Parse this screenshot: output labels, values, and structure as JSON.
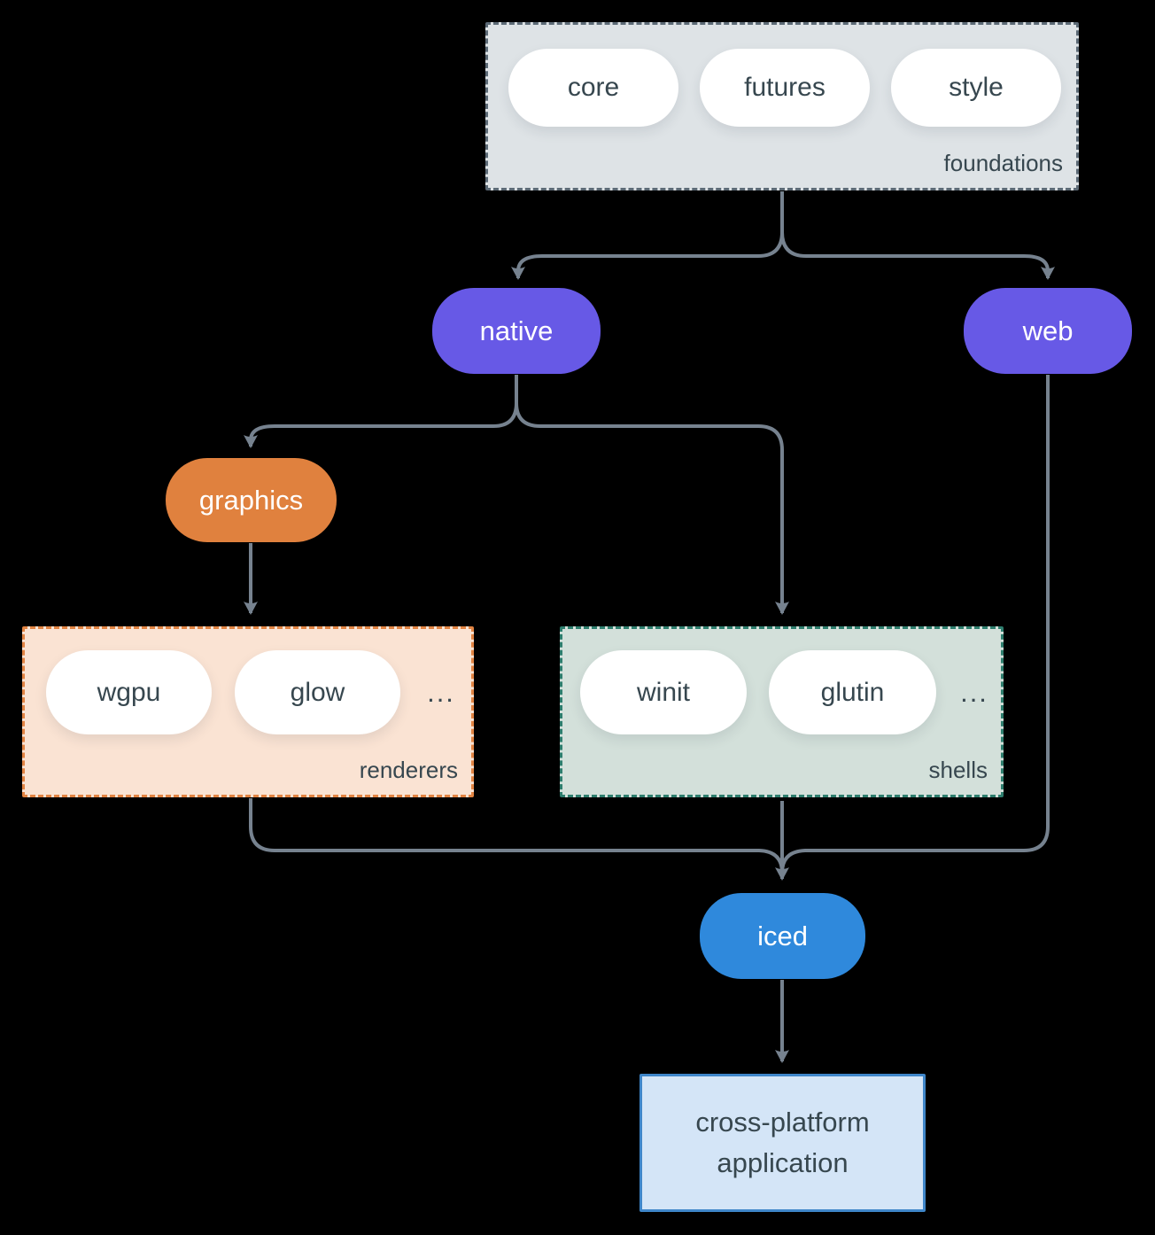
{
  "diagram": {
    "colors": {
      "background": "#000000",
      "arrow": "#76828F",
      "text_dark": "#37474F",
      "pill_bg": "#FFFFFF",
      "purple": "#6759E6",
      "orange": "#E0813E",
      "blue": "#2F89DC",
      "foundations_bg": "#DEE3E6",
      "foundations_border": "#5C6A76",
      "renderers_bg": "#FAE3D3",
      "renderers_border": "#E28443",
      "shells_bg": "#D3E0DA",
      "shells_border": "#2E7E6E",
      "app_bg": "#D4E5F7",
      "app_border": "#3F86C9"
    },
    "groups": {
      "foundations": {
        "label": "foundations",
        "pills": [
          "core",
          "futures",
          "style"
        ]
      },
      "renderers": {
        "label": "renderers",
        "pills": [
          "wgpu",
          "glow"
        ],
        "more": "..."
      },
      "shells": {
        "label": "shells",
        "pills": [
          "winit",
          "glutin"
        ],
        "more": "..."
      }
    },
    "nodes": {
      "native": {
        "label": "native"
      },
      "web": {
        "label": "web"
      },
      "graphics": {
        "label": "graphics"
      },
      "iced": {
        "label": "iced"
      },
      "application": {
        "label": "cross-platform application"
      }
    }
  }
}
